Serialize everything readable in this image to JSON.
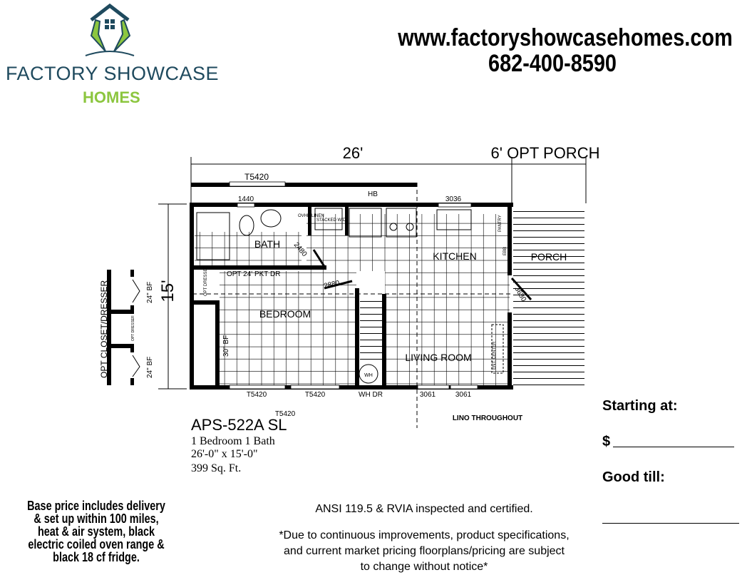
{
  "brand": {
    "name_line1": "FACTORY SHOWCASE",
    "name_line2": "HOMES",
    "navy": "#1f4a5e",
    "green": "#8cc63f"
  },
  "header": {
    "website": "www.factoryshowcasehomes.com",
    "phone": "682-400-8590"
  },
  "plan": {
    "width_dim": "26'",
    "porch_dim": "6' OPT PORCH",
    "depth_dim": "15'",
    "rooms": {
      "bath": "BATH",
      "kitchen": "KITCHEN",
      "porch": "PORCH",
      "bedroom": "BEDROOM",
      "living": "LIVING ROOM"
    },
    "labels": {
      "top_window": "T5420",
      "bath_window": "1440",
      "hb": "HB",
      "kitchen_window": "3036",
      "linen": "OVHD LINEN",
      "wd": "STACKED W/D",
      "pantry": "PANTRY",
      "ebb": "EBB",
      "bath_door": "2480",
      "bed_door": "2880",
      "pocket_door": "OPT 24' PKT DR",
      "opt_dresser": "OPT DRESSER",
      "bf30": "30\" BF",
      "porch_door": "3680",
      "wh": "WH",
      "ent_center": "ENT. CENTER",
      "bottom_win1": "T5420",
      "bottom_win2": "T5420",
      "wh_dr": "WH DR",
      "lr_win1": "3061",
      "lr_win2": "3061",
      "lower_window": "T5420",
      "lino": "LINO THROUGHOUT"
    },
    "opt_closet": {
      "title": "OPT CLOSET/DRESSER",
      "bf_top": "24\" BF",
      "bf_bottom": "24\" BF",
      "dresser": "OPT DRESSER"
    }
  },
  "model": {
    "name": "APS-522A SL",
    "rooms": "1 Bedroom 1 Bath",
    "size": "26'-0\" x 15'-0\"",
    "sqft": "399  Sq. Ft."
  },
  "pricing": {
    "starting_label": "Starting at:",
    "currency": "$",
    "good_till_label": "Good till:"
  },
  "notes": {
    "base_price": [
      "Base price includes delivery",
      "& set up within 100 miles,",
      "heat & air system, black",
      "electric coiled oven range &",
      "black 18 cf fridge."
    ],
    "certification": "ANSI 119.5 & RVIA inspected and certified.",
    "disclaimer": [
      "*Due to continuous improvements, product specifications,",
      "and current market pricing floorplans/pricing are subject",
      "to change without notice*"
    ]
  }
}
